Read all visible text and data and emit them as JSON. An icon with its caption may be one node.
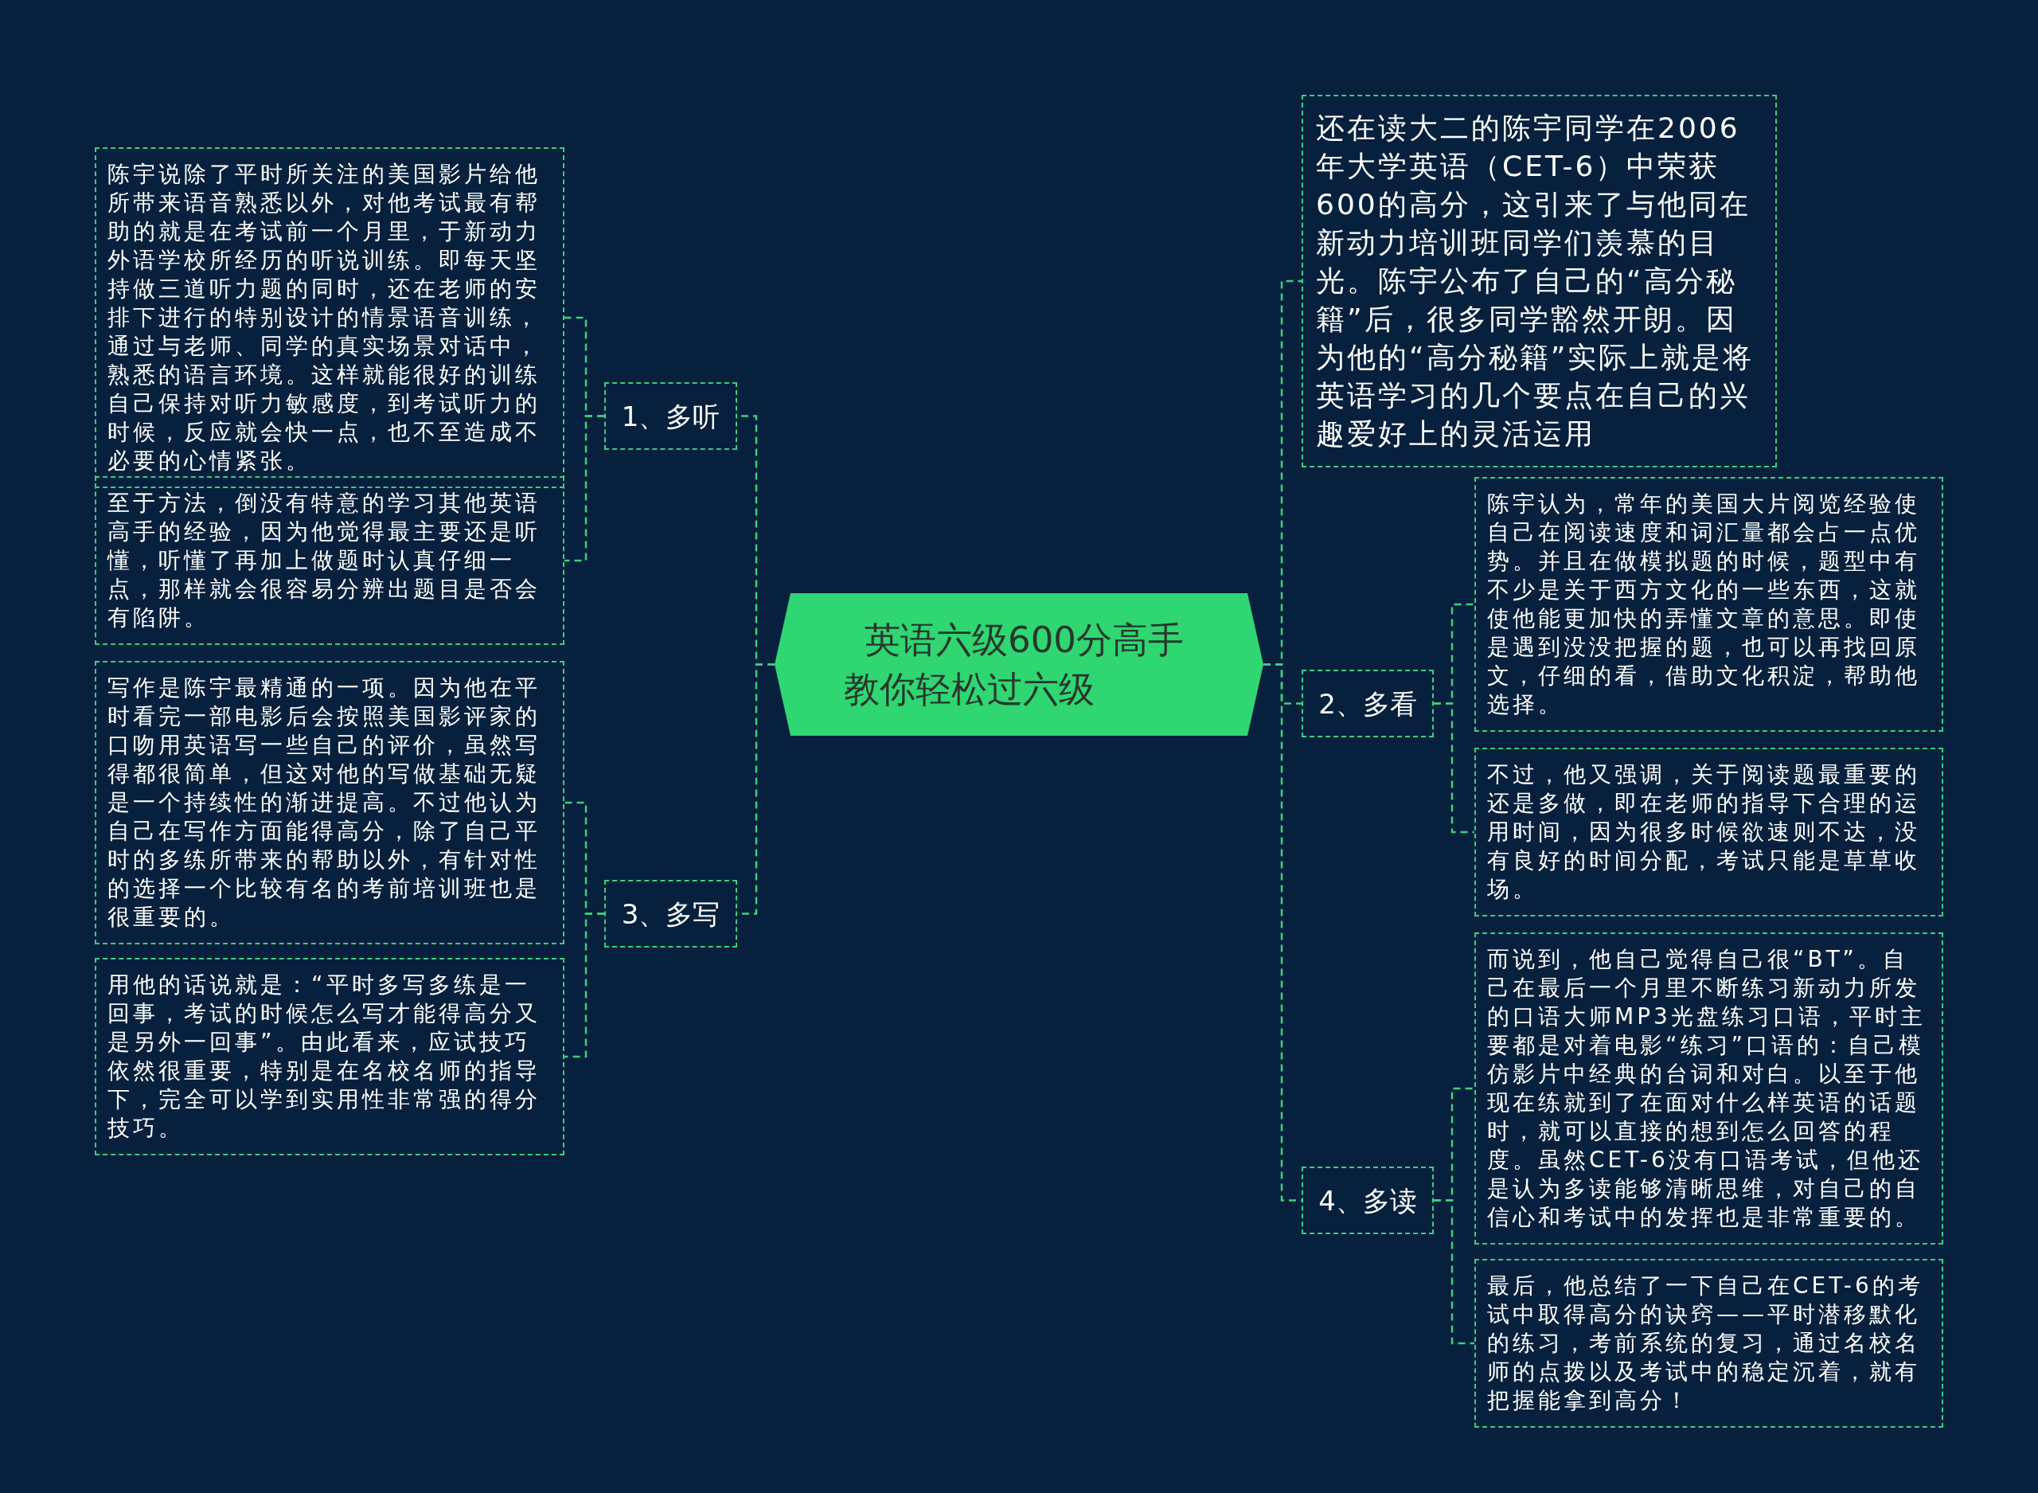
{
  "diagram": {
    "nodes": [
      {
        "text": [
          "英语六级600分高手教你轻松过六级"
        ]
      },
      {
        "text": [
          "1、多听"
        ]
      },
      {
        "text": [
          "陈宇说除了平时所关注的美国影片给他所带来语音熟悉以外，对他考试最有帮助的就是在考试前一个月里，于新动力外语学校所经历的听说训练。即每天坚持做三道听力题的同时，还在老师的安排下进行的特别设计的情景语音训练，通过与老师、同学的真实场景对话中，熟悉的语言环境。这样就能很好的训练自己保持对听力敏感度，到考试听力的时候，反应就会快一点，也不至造成不必要的心情紧张。"
        ]
      },
      {
        "text": [
          "至于方法，倒没有特意的学习其他英语高手的经验，因为他觉得最主要还是听懂，听懂了再加上做题时认真仔细一点，那样就会很容易分辨出题目是否会有陷阱。"
        ]
      },
      {
        "text": [
          "3、多写"
        ]
      },
      {
        "text": [
          "写作是陈宇最精通的一项。因为他在平时看完一部电影后会按照美国影评家的口吻用英语写一些自己的评价，虽然写得都很简单，但这对他的写做基础无疑是一个持续性的渐进提高。不过他认为自己在写作方面能得高分，除了自己平时的多练所带来的帮助以外，有针对性的选择一个比较有名的考前培训班也是很重要的。"
        ]
      },
      {
        "text": [
          "用他的话说就是：“平时多写多练是一回事，考试的时候怎么写才能得高分又是另外一回事”。由此看来，应试技巧依然很重要，特别是在名校名师的指导下，完全可以学到实用性非常强的得分技巧。"
        ]
      },
      {
        "text": [
          "还在读大二的陈宇同学在2006年大学英语（CET-6）中荣获600的高分，这引来了与他同在新动力培训班同学们羡慕的目光。陈宇公布了自己的“高分秘籍”后，很多同学豁然开朗。因为他的“高分秘籍”实际上就是将英语学习的几个要点在自己的兴趣爱好上的灵活运用"
        ]
      },
      {
        "text": [
          "2、多看"
        ]
      },
      {
        "text": [
          "陈宇认为，常年的美国大片阅览经验使自己在阅读速度和词汇量都会占一点优势。并且在做模拟题的时候，题型中有不少是关于西方文化的一些东西，这就使他能更加快的弄懂文章的意思。即使是遇到没没把握的题，也可以再找回原文，仔细的看，借助文化积淀，帮助他选择。"
        ]
      },
      {
        "text": [
          "不过，他又强调，关于阅读题最重要的还是多做，即在老师的指导下合理的运用时间，因为很多时候欲速则不达，没有良好的时间分配，考试只能是草草收场。"
        ]
      },
      {
        "text": [
          "4、多读"
        ]
      },
      {
        "text": [
          "而说到，他自己觉得自己很“BT”。自己在最后一个月里不断练习新动力所发的口语大师MP3光盘练习口语，平时主要都是对着电影“练习”口语的：自己模仿影片中经典的台词和对白。以至于他现在练就到了在面对什么样英语的话题时，就可以直接的想到怎么回答的程度。虽然CET-6没有口语考试，但他还是认为多读能够清晰思维，对自己的自信心和考试中的发挥也是非常重要的。"
        ]
      },
      {
        "text": [
          "最后，他总结了一下自己在CET-6的考试中取得高分的诀窍——平时潜移默化的练习，考前系统的复习，通过名校名师的点拨以及考试中的稳定沉着，就有把握能拿到高分！"
        ]
      }
    ],
    "edges": [
      {
        "from": 0,
        "to": 1,
        "arrow": "none",
        "style": "dashed"
      },
      {
        "from": 1,
        "to": 2,
        "arrow": "none",
        "style": "dashed"
      },
      {
        "from": 1,
        "to": 3,
        "arrow": "none",
        "style": "dashed"
      },
      {
        "from": 0,
        "to": 4,
        "arrow": "none",
        "style": "dashed"
      },
      {
        "from": 4,
        "to": 5,
        "arrow": "none",
        "style": "dashed"
      },
      {
        "from": 4,
        "to": 6,
        "arrow": "none",
        "style": "dashed"
      },
      {
        "from": 0,
        "to": 7,
        "arrow": "none",
        "style": "dashed"
      },
      {
        "from": 0,
        "to": 8,
        "arrow": "none",
        "style": "dashed"
      },
      {
        "from": 8,
        "to": 9,
        "arrow": "none",
        "style": "dashed"
      },
      {
        "from": 8,
        "to": 10,
        "arrow": "none",
        "style": "dashed"
      },
      {
        "from": 0,
        "to": 11,
        "arrow": "none",
        "style": "dashed"
      },
      {
        "from": 11,
        "to": 12,
        "arrow": "none",
        "style": "dashed"
      },
      {
        "from": 11,
        "to": 13,
        "arrow": "none",
        "style": "dashed"
      }
    ]
  }
}
